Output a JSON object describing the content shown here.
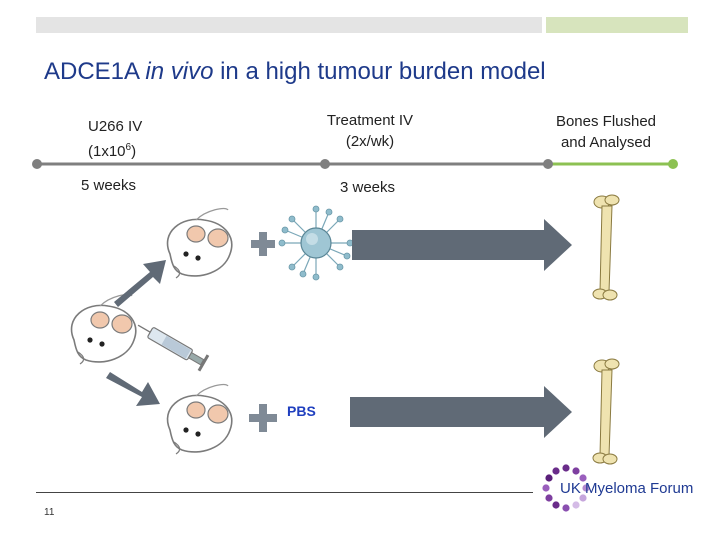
{
  "title_main": "ADCE1A ",
  "title_italic": "in vivo",
  "title_rest": " in a high tumour burden model",
  "stage1": {
    "line1": "U266 IV",
    "line2_prefix": "(1x10",
    "line2_sup": "6",
    "line2_suffix": ")",
    "duration": "5 weeks"
  },
  "stage2": {
    "line1": "Treatment IV",
    "line2": "(2x/wk)",
    "duration": "3 weeks"
  },
  "stage3": {
    "line1": "Bones Flushed",
    "line2": "and Analysed"
  },
  "control_label": "PBS",
  "logo": {
    "text": "UK Myeloma Forum"
  },
  "page_number": "11",
  "colors": {
    "title": "#1e3a8a",
    "timeline": "#7f7f7f",
    "timeline_end": "#8cc152",
    "arrow": "#606a76",
    "plus": "#7f8a96",
    "pbs": "#1f3fbf"
  }
}
